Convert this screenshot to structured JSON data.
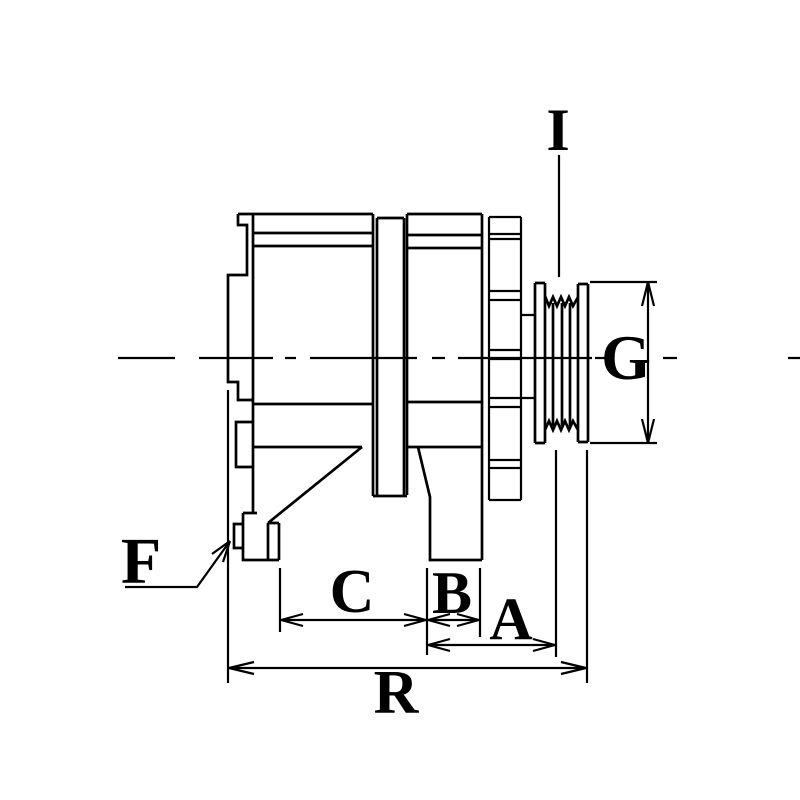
{
  "figure": {
    "background_color": "#ffffff",
    "line_color": "#000000"
  },
  "labels": {
    "i": "I",
    "g": "G",
    "f": "F",
    "c": "C",
    "b": "B",
    "a": "A",
    "r": "R"
  }
}
